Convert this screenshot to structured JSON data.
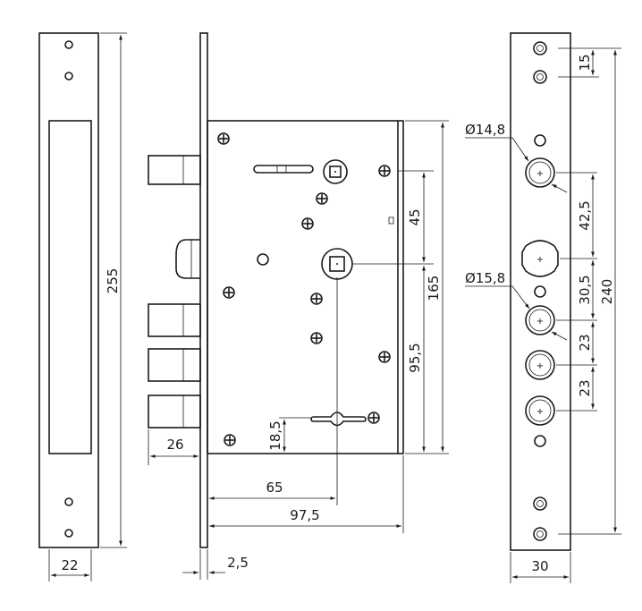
{
  "dimensions": {
    "left_height": "255",
    "left_width": "22",
    "body_width_65": "65",
    "body_width_97": "97,5",
    "bolt_projection": "26",
    "plate_thickness": "2,5",
    "body_height": "165",
    "spindle_to_key": "95,5",
    "spindle_to_upper": "45",
    "key_offset": "18,5",
    "right_total": "240",
    "right_top": "15",
    "cyl_pitch_1": "42,5",
    "cyl_pitch_2": "30,5",
    "cyl_pitch_3": "23",
    "cyl_pitch_4": "23",
    "right_width": "30",
    "hole_d1": "Ø14,8",
    "hole_d2": "Ø15,8"
  },
  "symbols": {
    "plus": "+",
    "square": "▫"
  }
}
